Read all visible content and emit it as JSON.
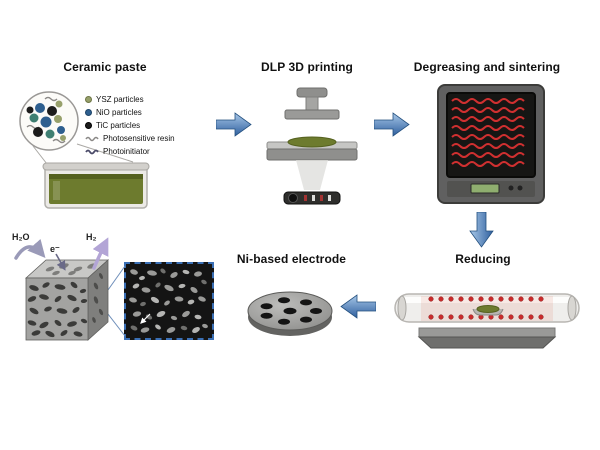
{
  "figure": {
    "background": "#ffffff",
    "arrow_color_top": "#a8c8e8",
    "arrow_color_bottom": "#2f5f9e",
    "paste_green": "#6d7b2e",
    "heater_red": "#d03030",
    "zoom_box_blue": "#3a6fb5"
  },
  "steps": {
    "ceramic": {
      "title": "Ceramic paste",
      "legend": [
        {
          "name": "ysz",
          "label": "YSZ particles",
          "color": "#97a06b"
        },
        {
          "name": "nio",
          "label": "NiO particles",
          "color": "#2e5f8f"
        },
        {
          "name": "tic",
          "label": "TiC particles",
          "color": "#1c1c1c"
        },
        {
          "name": "resin",
          "label": "Photosensitive resin",
          "color": "#8a8886"
        },
        {
          "name": "photoinitiator",
          "label": "Photoinitiator",
          "color": "#4a4a68"
        }
      ]
    },
    "printing": {
      "title": "DLP 3D printing"
    },
    "sintering": {
      "title": "Degreasing and sintering"
    },
    "reducing": {
      "title": "Reducing"
    },
    "electrode": {
      "title": "Ni-based electrode"
    }
  },
  "cube": {
    "water": "H₂O",
    "electron": "e⁻",
    "hydrogen": "H₂"
  }
}
